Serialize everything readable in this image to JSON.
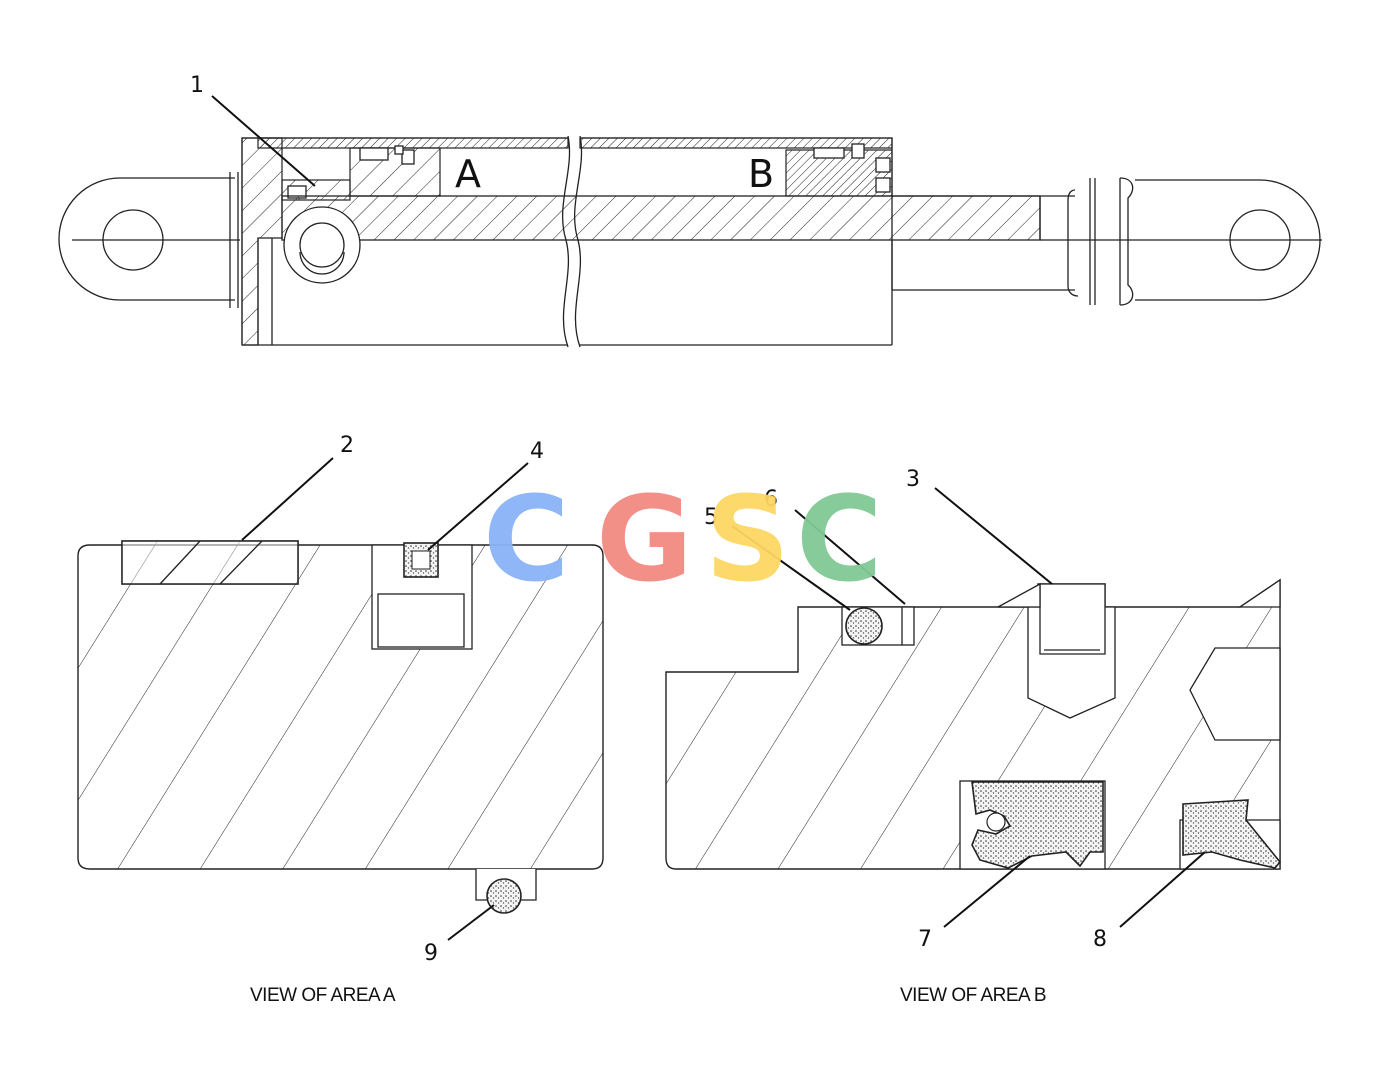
{
  "callouts": {
    "c1": "1",
    "c2": "2",
    "c3": "3",
    "c4": "4",
    "c5": "5",
    "c6": "6",
    "c7": "7",
    "c8": "8",
    "c9": "9"
  },
  "area_labels": {
    "a": "A",
    "b": "B"
  },
  "captions": {
    "view_a": "VIEW OF AREA A",
    "view_b": "VIEW OF AREA B"
  },
  "watermark": {
    "letters": [
      "C",
      "G",
      "S",
      "C"
    ],
    "colors": [
      "#8ab4f8",
      "#f28b82",
      "#fdd663",
      "#81c995"
    ]
  }
}
